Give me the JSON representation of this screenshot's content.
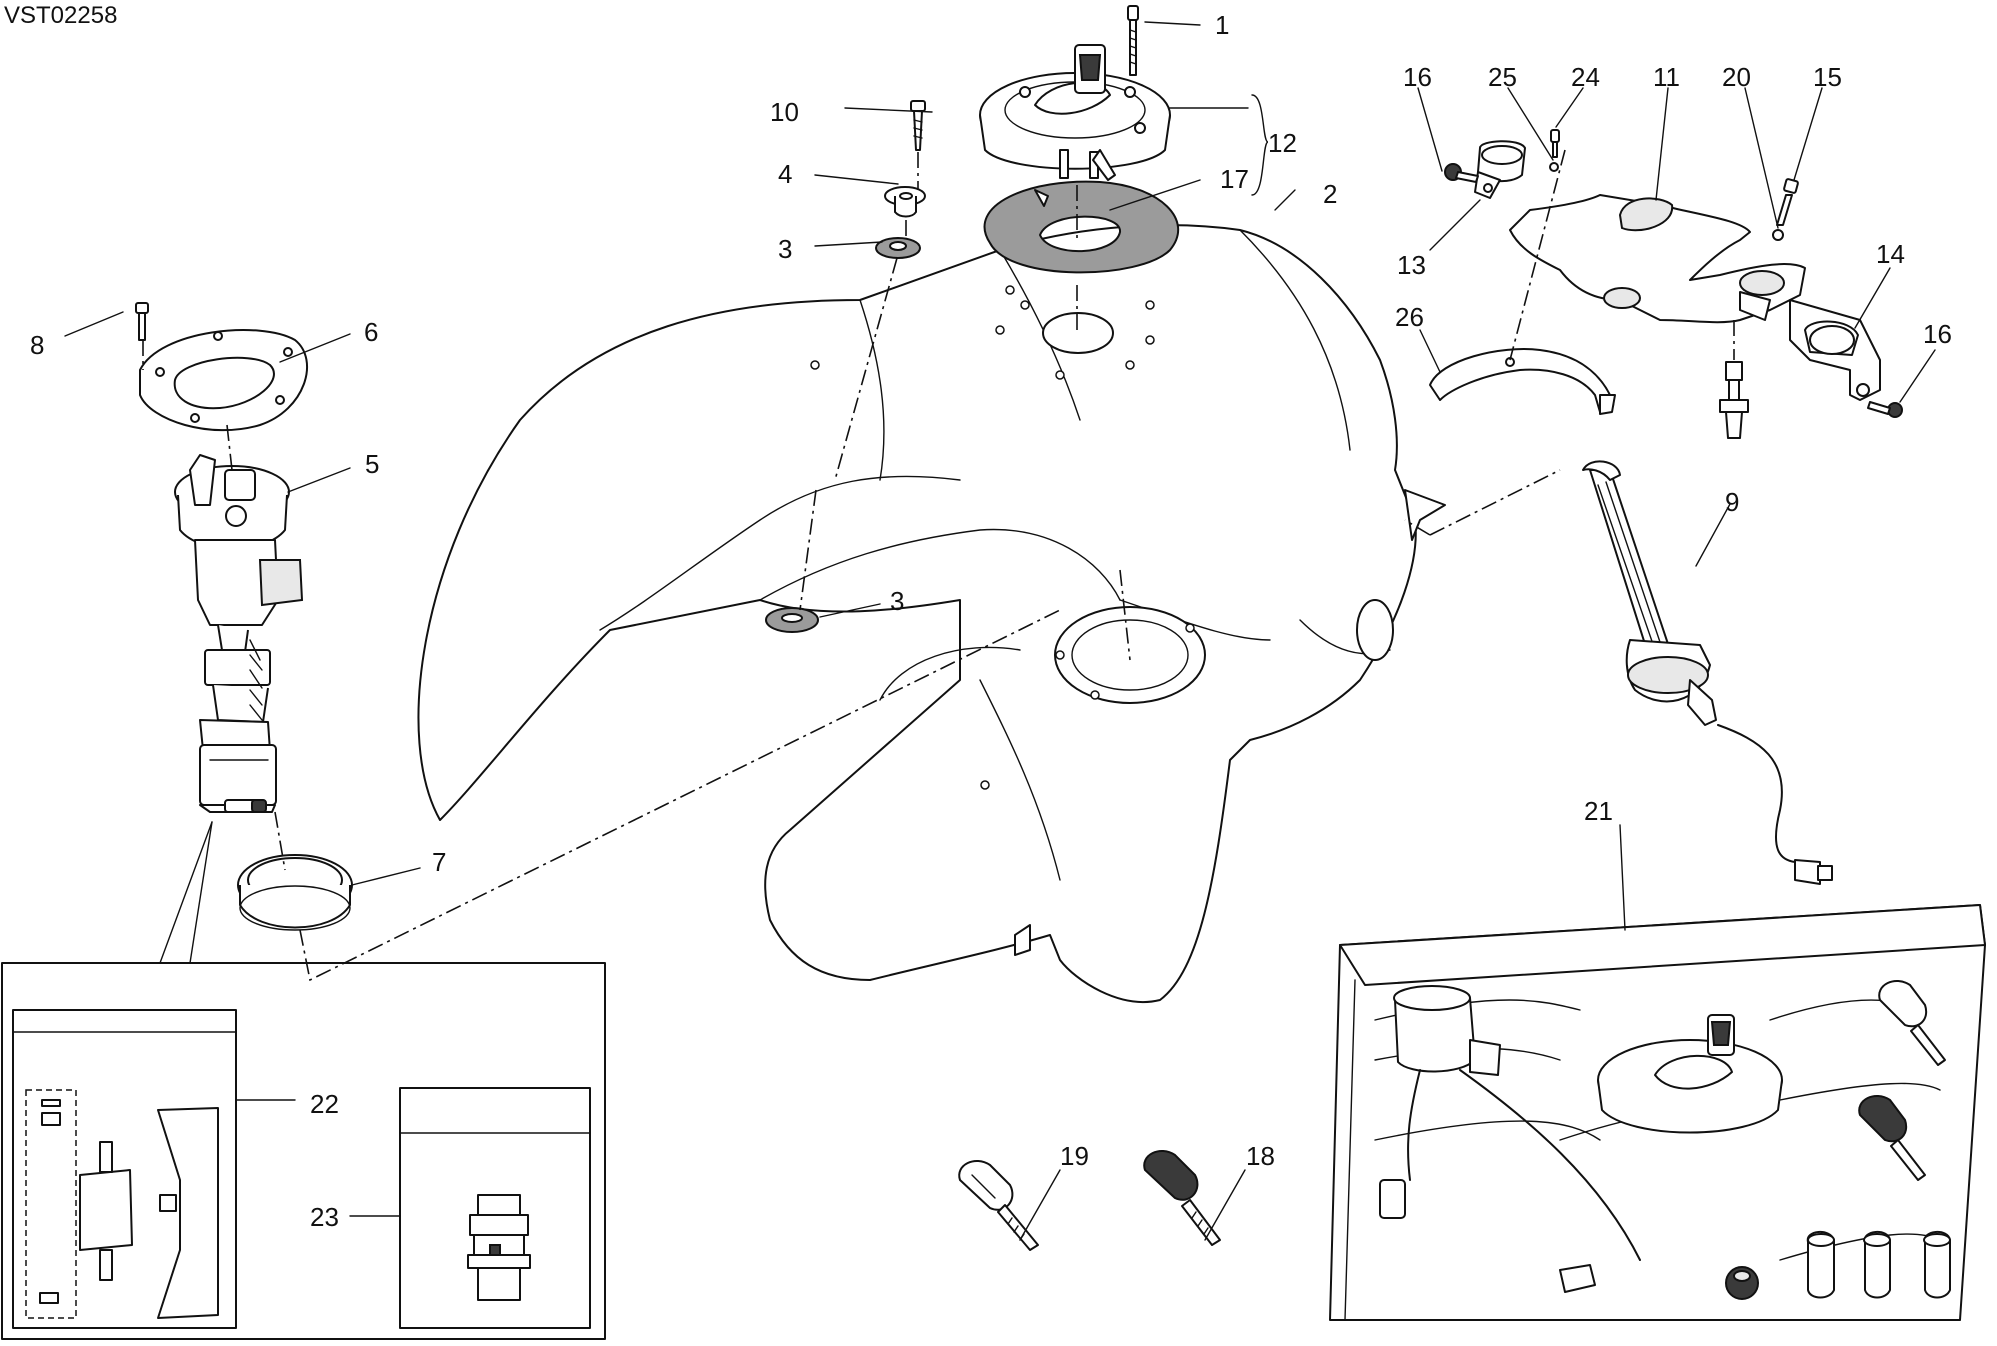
{
  "drawing_code": "VST02258",
  "callouts": {
    "c1": "1",
    "c2": "2",
    "c3a": "3",
    "c3b": "3",
    "c4": "4",
    "c5": "5",
    "c6": "6",
    "c7": "7",
    "c8": "8",
    "c9": "9",
    "c10": "10",
    "c11": "11",
    "c12": "12",
    "c13": "13",
    "c14": "14",
    "c15": "15",
    "c16a": "16",
    "c16b": "16",
    "c17": "17",
    "c18": "18",
    "c19": "19",
    "c20": "20",
    "c21": "21",
    "c22": "22",
    "c23": "23",
    "c24": "24",
    "c25": "25",
    "c26": "26"
  }
}
